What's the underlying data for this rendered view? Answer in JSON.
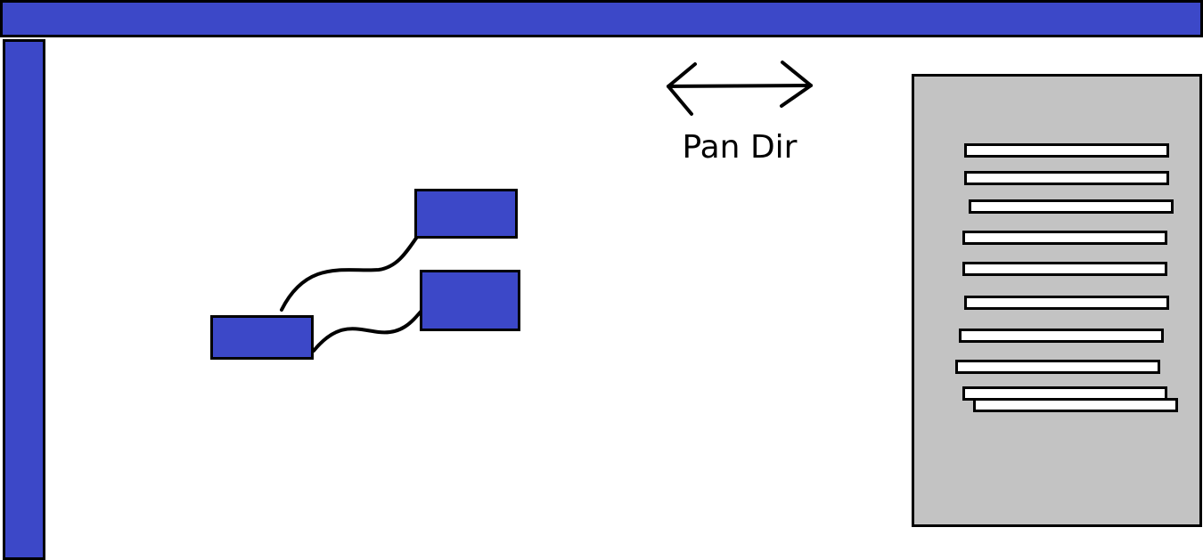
{
  "colors": {
    "accent": "#3c48c8",
    "outline": "#000000",
    "document_background": "#c3c3c3",
    "canvas_background": "#ffffff"
  },
  "header": {
    "label": ""
  },
  "sidebar": {
    "label": ""
  },
  "graph": {
    "nodes": [
      {
        "id": "node-a",
        "label": ""
      },
      {
        "id": "node-b",
        "label": ""
      },
      {
        "id": "node-c",
        "label": ""
      }
    ],
    "edges": [
      {
        "from": "node-a",
        "to": "node-b"
      },
      {
        "from": "node-a",
        "to": "node-c"
      }
    ]
  },
  "pan_indicator": {
    "icon": "double-arrow-horizontal-icon",
    "label": "Pan Dir"
  },
  "document_panel": {
    "line_count": 10
  }
}
